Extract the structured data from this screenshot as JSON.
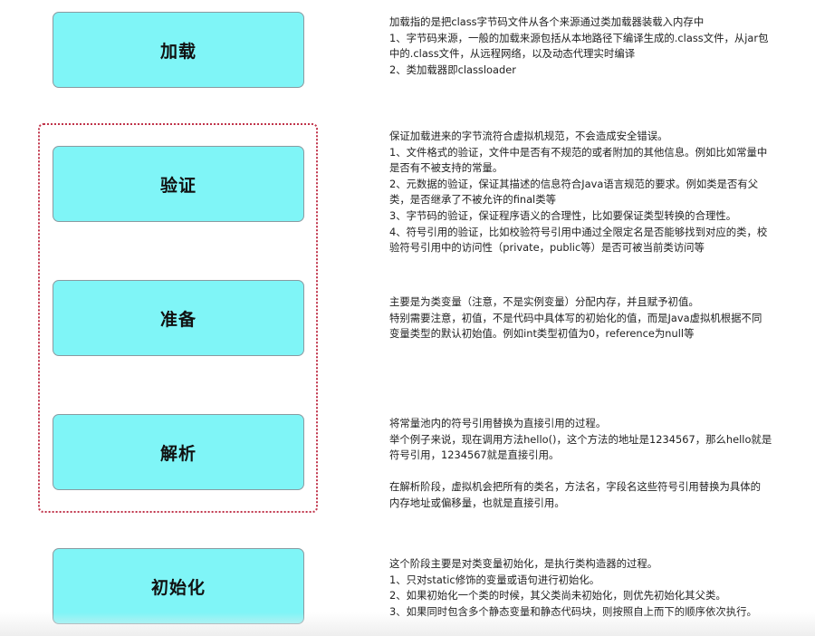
{
  "stages": [
    {
      "name": "加载",
      "description": [
        "加载指的是把class字节码文件从各个来源通过类加载器装载入内存中",
        "1、字节码来源，一般的加载来源包括从本地路径下编译生成的.class文件，从jar包",
        "中的.class文件，从远程网络，以及动态代理实时编译",
        "2、类加载器即classloader"
      ]
    },
    {
      "name": "验证",
      "description": [
        "保证加载进来的字节流符合虚拟机规范，不会造成安全错误。",
        "1、文件格式的验证，文件中是否有不规范的或者附加的其他信息。例如比如常量中",
        "是否有不被支持的常量。",
        "2、元数据的验证，保证其描述的信息符合Java语言规范的要求。例如类是否有父",
        "类，是否继承了不被允许的final类等",
        "3、字节码的验证，保证程序语义的合理性，比如要保证类型转换的合理性。",
        "4、符号引用的验证，比如校验符号引用中通过全限定名是否能够找到对应的类，校",
        "验符号引用中的访问性（private，public等）是否可被当前类访问等"
      ]
    },
    {
      "name": "准备",
      "description": [
        "主要是为类变量（注意，不是实例变量）分配内存，并且赋予初值。",
        "特别需要注意，初值，不是代码中具体写的初始化的值，而是Java虚拟机根据不同",
        "变量类型的默认初始值。例如int类型初值为0，reference为null等"
      ]
    },
    {
      "name": "解析",
      "description": [
        "将常量池内的符号引用替换为直接引用的过程。",
        "举个例子来说，现在调用方法hello()，这个方法的地址是1234567，那么hello就是",
        "符号引用，1234567就是直接引用。",
        "",
        "在解析阶段，虚拟机会把所有的类名，方法名，字段名这些符号引用替换为具体的",
        "内存地址或偏移量，也就是直接引用。"
      ]
    },
    {
      "name": "初始化",
      "description": [
        "这个阶段主要是对类变量初始化，是执行类构造器的过程。",
        "1、只对static修饰的变量或语句进行初始化。",
        "2、如果初始化一个类的时候，其父类尚未初始化，则优先初始化其父类。",
        "3、如果同时包含多个静态变量和静态代码块，则按照自上而下的顺序依次执行。"
      ]
    }
  ],
  "colors": {
    "box_fill": "#7ff5f7",
    "box_border": "#8a9aa0",
    "frame_border": "#c0344a",
    "text": "#222222"
  }
}
